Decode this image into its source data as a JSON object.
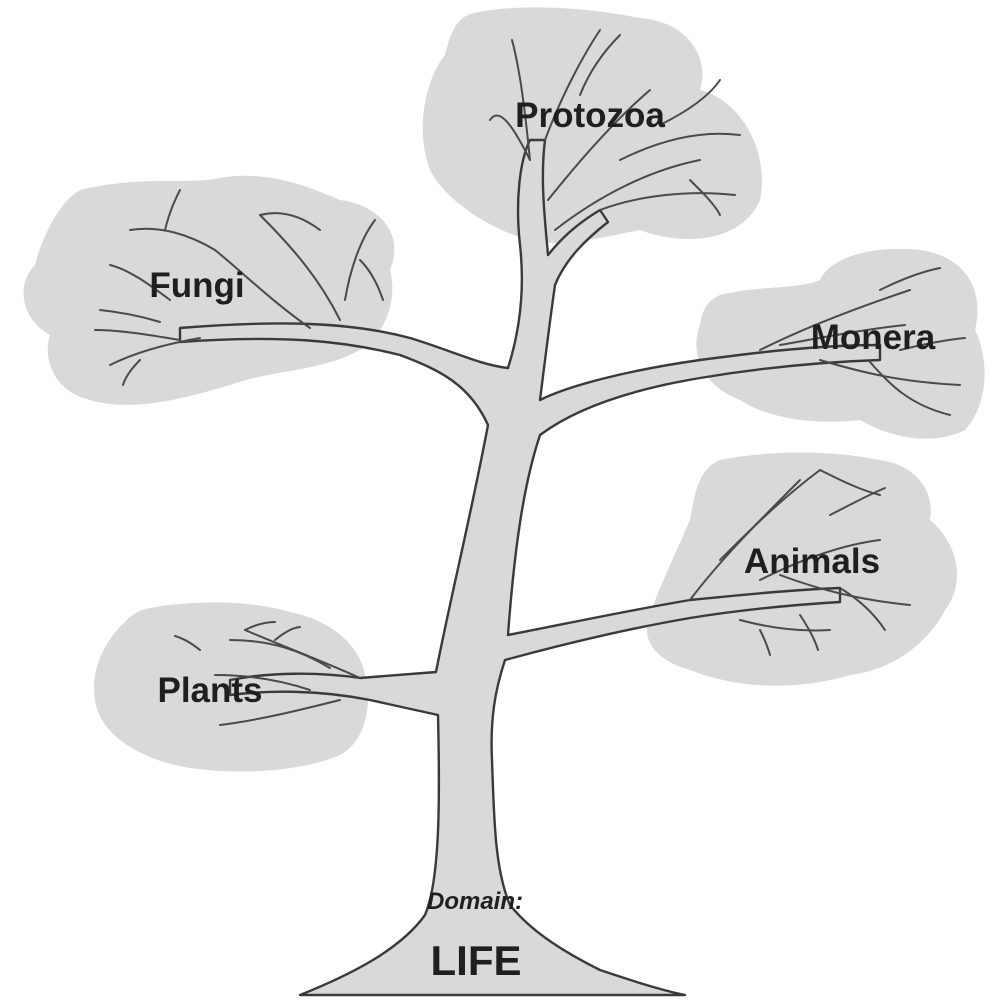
{
  "diagram": {
    "root": {
      "prefix": "Domain:",
      "name": "LIFE"
    },
    "branches": {
      "protozoa": "Protozoa",
      "fungi": "Fungi",
      "monera": "Monera",
      "animals": "Animals",
      "plants": "Plants"
    }
  },
  "colors": {
    "canopy": "#d9d9d9",
    "trunk": "#d9d9d9",
    "outline": "#3a3a3a",
    "text": "#1f1f1f"
  }
}
